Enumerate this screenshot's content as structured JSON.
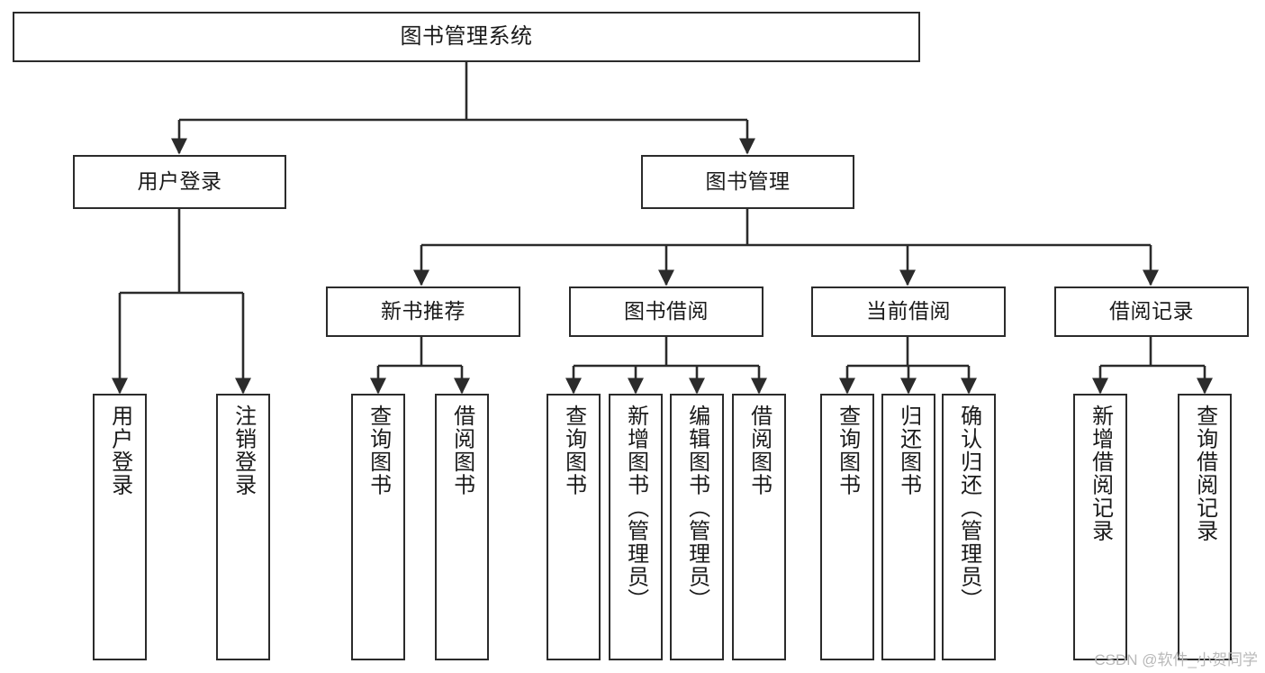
{
  "diagram": {
    "type": "tree-hierarchy-chart",
    "title": "图书管理系统",
    "background_color": "#ffffff",
    "line_color": "#2b2b2b",
    "text_color": "#1a1a1a",
    "root": {
      "label": "图书管理系统"
    },
    "level2": [
      {
        "label": "用户登录"
      },
      {
        "label": "图书管理"
      }
    ],
    "level3": [
      {
        "label": "新书推荐"
      },
      {
        "label": "图书借阅"
      },
      {
        "label": "当前借阅"
      },
      {
        "label": "借阅记录"
      }
    ],
    "leaves": {
      "user_login": [
        {
          "label": "用户登录"
        },
        {
          "label": "注销登录"
        }
      ],
      "new_book_recommend": [
        {
          "label": "查询图书"
        },
        {
          "label": "借阅图书"
        }
      ],
      "book_borrow": [
        {
          "label": "查询图书"
        },
        {
          "label": "新增图书（管理员）"
        },
        {
          "label": "编辑图书（管理员）"
        },
        {
          "label": "借阅图书"
        }
      ],
      "current_borrow": [
        {
          "label": "查询图书"
        },
        {
          "label": "归还图书"
        },
        {
          "label": "确认归还（管理员）"
        }
      ],
      "borrow_record": [
        {
          "label": "新增借阅记录"
        },
        {
          "label": "查询借阅记录"
        }
      ]
    }
  },
  "watermark": {
    "text": "CSDN @软件_小贺同学"
  }
}
